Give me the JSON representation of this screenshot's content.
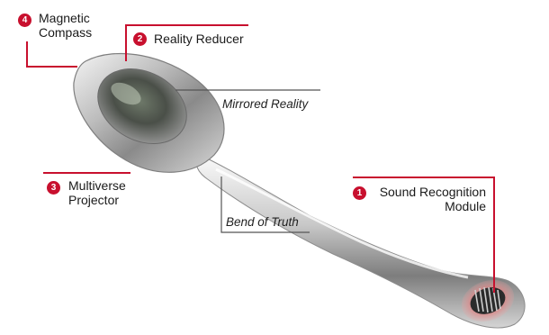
{
  "colors": {
    "accent": "#c8102e",
    "leader_grey": "#555555"
  },
  "callouts": [
    {
      "number": "4",
      "line1": "Magnetic",
      "line2": "Compass"
    },
    {
      "number": "2",
      "line1": "Reality Reducer"
    },
    {
      "number": "3",
      "line1": "Multiverse",
      "line2": "Projector"
    },
    {
      "number": "1",
      "line1": "Sound Recognition",
      "line2": "Module"
    }
  ],
  "annotations": {
    "mirrored": "Mirrored Reality",
    "bend": "Bend of Truth"
  }
}
